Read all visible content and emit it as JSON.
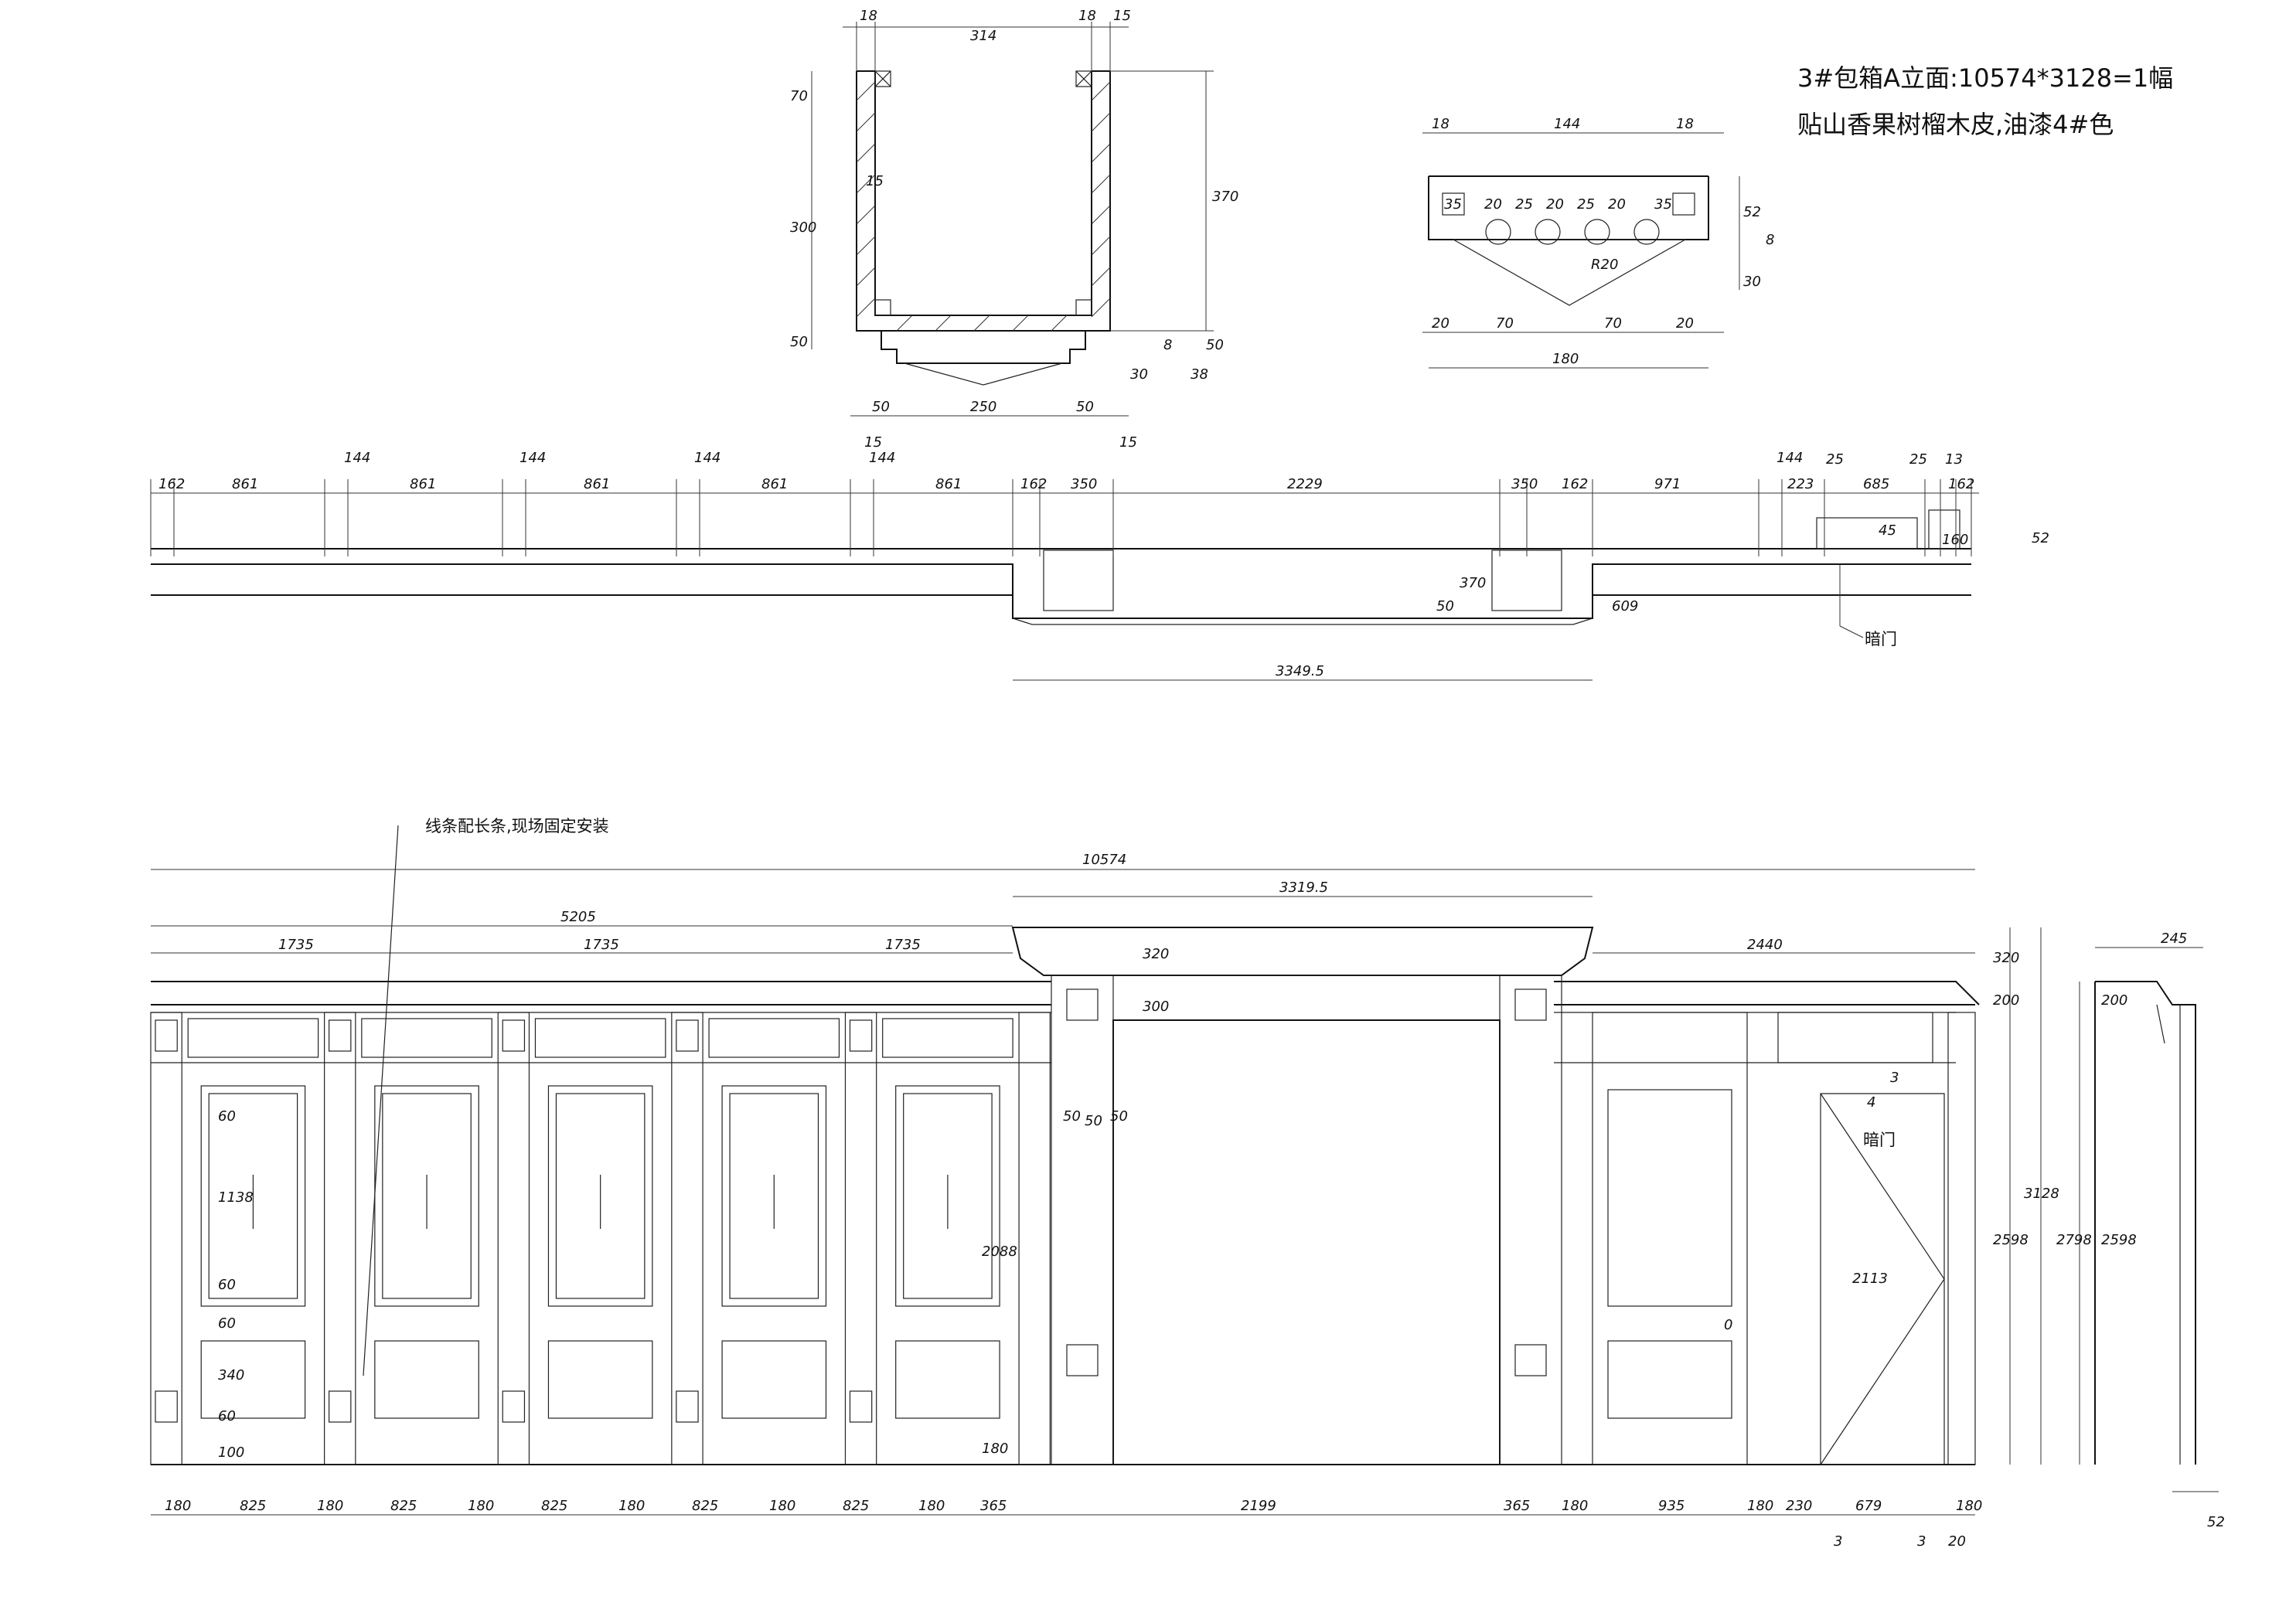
{
  "title": {
    "line1": "3#包箱A立面:10574*3128=1幅",
    "line2": "贴山香果树榴木皮,油漆4#色"
  },
  "notes": {
    "strip": "线条配长条,现场固定安装",
    "hidden_door_plan": "暗门",
    "hidden_door_elev": "暗门"
  },
  "box_section": {
    "top": [
      "18",
      "314",
      "18",
      "15"
    ],
    "left": [
      "70",
      "15",
      "300",
      "50"
    ],
    "right": [
      "370",
      "8",
      "50",
      "30",
      "38"
    ],
    "bottom": [
      "50",
      "250",
      "50"
    ],
    "bottom_small": [
      "15",
      "15"
    ]
  },
  "cornice_section": {
    "top": [
      "18",
      "144",
      "18"
    ],
    "inner": [
      "35",
      "20",
      "25",
      "20",
      "25",
      "20",
      "35"
    ],
    "right": [
      "52",
      "8",
      "30"
    ],
    "radius": "R20",
    "bottom": [
      "20",
      "70",
      "70",
      "20"
    ],
    "total": "180"
  },
  "plan": {
    "top_dims": [
      "162",
      "861",
      "144",
      "861",
      "144",
      "861",
      "144",
      "861",
      "144",
      "861",
      "162",
      "350",
      "2229",
      "350",
      "162",
      "971",
      "144",
      "223",
      "25",
      "685",
      "25",
      "13",
      "162"
    ],
    "side_dims": [
      "45",
      "160",
      "52",
      "370",
      "50",
      "609"
    ],
    "center_width": "3349.5"
  },
  "elevation": {
    "total_width": "10574",
    "left_width": "5205",
    "top_center": "3319.5",
    "right_width": "2440",
    "left_bays": [
      "1735",
      "1735",
      "1735"
    ],
    "bottom_dims": [
      "180",
      "825",
      "180",
      "825",
      "180",
      "825",
      "180",
      "825",
      "180",
      "825",
      "180",
      "365",
      "2199",
      "365",
      "180",
      "935",
      "180",
      "230",
      "679",
      "180"
    ],
    "bottom_small": [
      "3",
      "3",
      "20"
    ],
    "left_heights": [
      "60",
      "1138",
      "60",
      "60",
      "340",
      "60",
      "100"
    ],
    "center_heights": [
      "320",
      "300",
      "2088",
      "180"
    ],
    "door_heights": [
      "4",
      "3",
      "2113"
    ],
    "column_dims": [
      "50",
      "50",
      "50"
    ],
    "right_heights": [
      "320",
      "200",
      "2598",
      "3128"
    ],
    "zero": "0"
  },
  "side_view": {
    "top": "245",
    "heights": [
      "200",
      "2798",
      "2598"
    ],
    "bottom": "52"
  }
}
